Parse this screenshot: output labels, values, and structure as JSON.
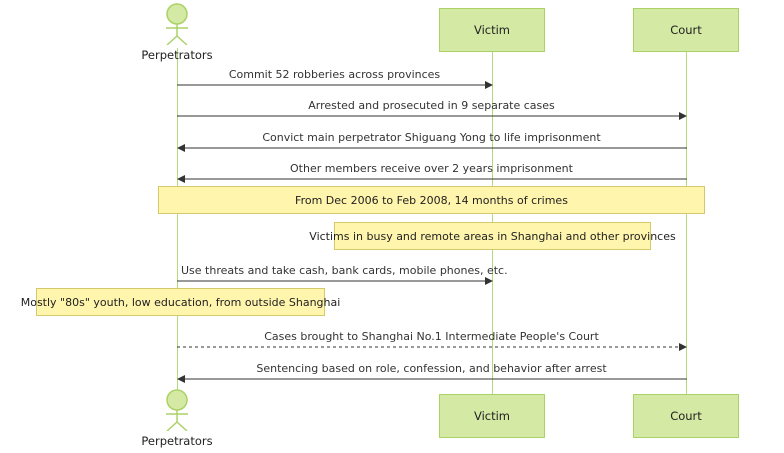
{
  "participants": {
    "perpetrators": "Perpetrators",
    "victim": "Victim",
    "court": "Court"
  },
  "messages": [
    {
      "text": "Commit 52 robberies across provinces"
    },
    {
      "text": "Arrested and prosecuted in 9 separate cases"
    },
    {
      "text": "Convict main perpetrator Shiguang Yong to life imprisonment"
    },
    {
      "text": "Other members receive over 2 years imprisonment"
    },
    {
      "text": "Use threats and take cash, bank cards, mobile phones, etc."
    },
    {
      "text": "Cases brought to Shanghai No.1 Intermediate People's Court"
    },
    {
      "text": "Sentencing based on role, confession, and behavior after arrest"
    }
  ],
  "notes": [
    {
      "text": "From Dec 2006 to Feb 2008, 14 months of crimes"
    },
    {
      "text": "Victims in busy and remote areas in Shanghai and other provinces"
    },
    {
      "text": "Mostly \"80s\" youth, low education, from outside Shanghai"
    }
  ],
  "colors": {
    "actor_fill": "#d3e9a4",
    "actor_border": "#aad267",
    "note_fill": "#fff5ad",
    "line": "#333333"
  }
}
